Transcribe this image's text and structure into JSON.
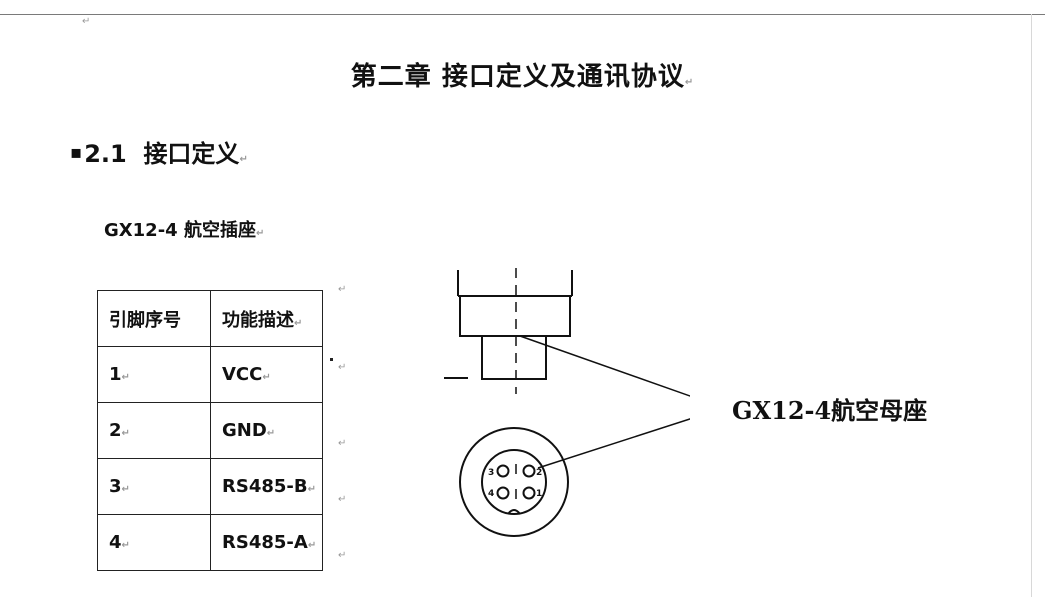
{
  "heading": {
    "chapter": "第二章  接口定义及通讯协议",
    "section_number": "2.1",
    "section_title": "接口定义",
    "subtitle": "GX12-4 航空插座"
  },
  "pin_table": {
    "header": [
      "引脚序号",
      "功能描述"
    ],
    "rows": [
      [
        "1",
        "VCC"
      ],
      [
        "2",
        "GND"
      ],
      [
        "3",
        "RS485-B"
      ],
      [
        "4",
        "RS485-A"
      ]
    ]
  },
  "diagram": {
    "label": "GX12-4航空母座",
    "pin_labels": [
      "3",
      "2",
      "4",
      "1"
    ]
  },
  "marks": {
    "paragraph": "↵",
    "bullet": "▪"
  }
}
